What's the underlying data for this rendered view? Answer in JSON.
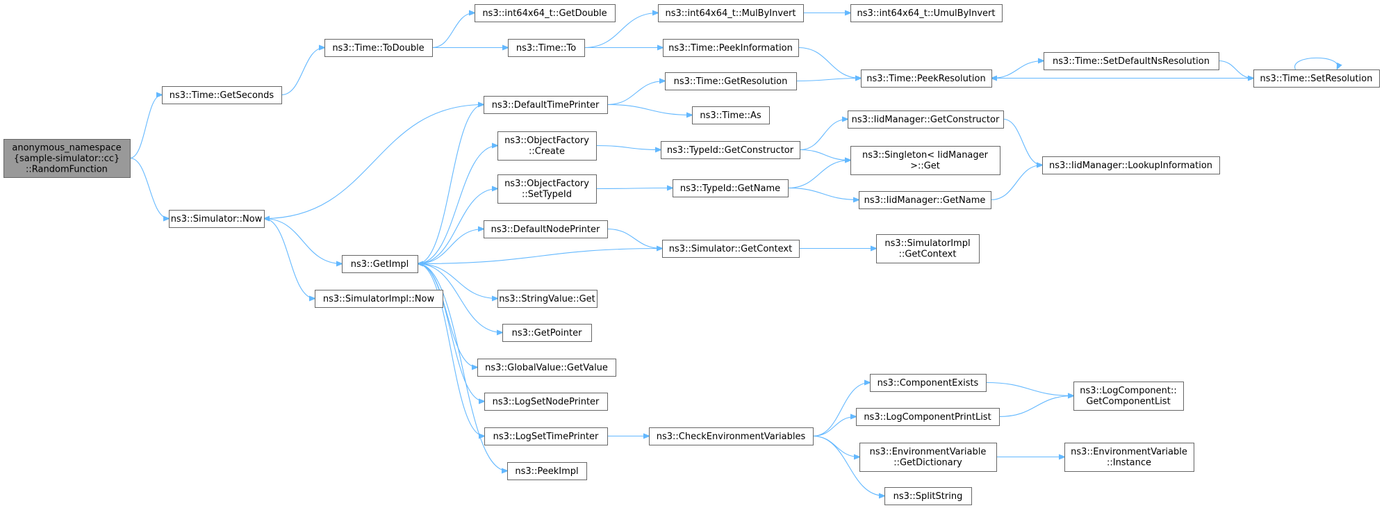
{
  "graph": {
    "title": "",
    "colors": {
      "node_fill": "#ffffff",
      "root_fill": "#999999",
      "node_border": "#666666",
      "edge": "#63b8ff"
    },
    "nodes": [
      {
        "id": "root",
        "lines": [
          "anonymous_namespace",
          "{sample-simulator::cc}",
          "::RandomFunction"
        ]
      },
      {
        "id": "time_getseconds",
        "lines": [
          "ns3::Time::GetSeconds"
        ]
      },
      {
        "id": "simulator_now",
        "lines": [
          "ns3::Simulator::Now"
        ]
      },
      {
        "id": "time_todouble",
        "lines": [
          "ns3::Time::ToDouble"
        ]
      },
      {
        "id": "getimpl",
        "lines": [
          "ns3::GetImpl"
        ]
      },
      {
        "id": "simimpl_now",
        "lines": [
          "ns3::SimulatorImpl::Now"
        ]
      },
      {
        "id": "int64_getdouble",
        "lines": [
          "ns3::int64x64_t::GetDouble"
        ]
      },
      {
        "id": "time_to",
        "lines": [
          "ns3::Time::To"
        ]
      },
      {
        "id": "defaulttimeprinter",
        "lines": [
          "ns3::DefaultTimePrinter"
        ]
      },
      {
        "id": "objfactory_create",
        "lines": [
          "ns3::ObjectFactory",
          "::Create"
        ]
      },
      {
        "id": "objfactory_settypeid",
        "lines": [
          "ns3::ObjectFactory",
          "::SetTypeId"
        ]
      },
      {
        "id": "defaultnodeprinter",
        "lines": [
          "ns3::DefaultNodePrinter"
        ]
      },
      {
        "id": "stringvalue_get",
        "lines": [
          "ns3::StringValue::Get"
        ]
      },
      {
        "id": "getpointer",
        "lines": [
          "ns3::GetPointer"
        ]
      },
      {
        "id": "globalvalue_getvalue",
        "lines": [
          "ns3::GlobalValue::GetValue"
        ]
      },
      {
        "id": "logsetnodeprinter",
        "lines": [
          "ns3::LogSetNodePrinter"
        ]
      },
      {
        "id": "logsettimeprinter",
        "lines": [
          "ns3::LogSetTimePrinter"
        ]
      },
      {
        "id": "peekimpl",
        "lines": [
          "ns3::PeekImpl"
        ]
      },
      {
        "id": "int64_mulbyinvert",
        "lines": [
          "ns3::int64x64_t::MulByInvert"
        ]
      },
      {
        "id": "time_peekinformation",
        "lines": [
          "ns3::Time::PeekInformation"
        ]
      },
      {
        "id": "time_getresolution",
        "lines": [
          "ns3::Time::GetResolution"
        ]
      },
      {
        "id": "time_as",
        "lines": [
          "ns3::Time::As"
        ]
      },
      {
        "id": "typeid_getconstructor",
        "lines": [
          "ns3::TypeId::GetConstructor"
        ]
      },
      {
        "id": "typeid_getname",
        "lines": [
          "ns3::TypeId::GetName"
        ]
      },
      {
        "id": "simulator_getcontext",
        "lines": [
          "ns3::Simulator::GetContext"
        ]
      },
      {
        "id": "checkenvvars",
        "lines": [
          "ns3::CheckEnvironmentVariables"
        ]
      },
      {
        "id": "int64_umulbyinvert",
        "lines": [
          "ns3::int64x64_t::UmulByInvert"
        ]
      },
      {
        "id": "time_peekresolution",
        "lines": [
          "ns3::Time::PeekResolution"
        ]
      },
      {
        "id": "iidmgr_getconstructor",
        "lines": [
          "ns3::IidManager::GetConstructor"
        ]
      },
      {
        "id": "singleton_get",
        "lines": [
          "ns3::Singleton< IidManager",
          ">::Get"
        ]
      },
      {
        "id": "iidmgr_getname",
        "lines": [
          "ns3::IidManager::GetName"
        ]
      },
      {
        "id": "simimpl_getcontext",
        "lines": [
          "ns3::SimulatorImpl",
          "::GetContext"
        ]
      },
      {
        "id": "componentexists",
        "lines": [
          "ns3::ComponentExists"
        ]
      },
      {
        "id": "logcomponentprintlist",
        "lines": [
          "ns3::LogComponentPrintList"
        ]
      },
      {
        "id": "envvar_getdictionary",
        "lines": [
          "ns3::EnvironmentVariable",
          "::GetDictionary"
        ]
      },
      {
        "id": "splitstring",
        "lines": [
          "ns3::SplitString"
        ]
      },
      {
        "id": "time_setdefaultnsres",
        "lines": [
          "ns3::Time::SetDefaultNsResolution"
        ]
      },
      {
        "id": "iidmgr_lookupinfo",
        "lines": [
          "ns3::IidManager::LookupInformation"
        ]
      },
      {
        "id": "logcomponent_getcomplist",
        "lines": [
          "ns3::LogComponent::",
          "GetComponentList"
        ]
      },
      {
        "id": "envvar_instance",
        "lines": [
          "ns3::EnvironmentVariable",
          "::Instance"
        ]
      },
      {
        "id": "time_setresolution",
        "lines": [
          "ns3::Time::SetResolution"
        ]
      }
    ],
    "edges": [
      {
        "from": "root",
        "to": "time_getseconds"
      },
      {
        "from": "root",
        "to": "simulator_now"
      },
      {
        "from": "time_getseconds",
        "to": "time_todouble"
      },
      {
        "from": "time_todouble",
        "to": "int64_getdouble"
      },
      {
        "from": "time_todouble",
        "to": "time_to"
      },
      {
        "from": "time_to",
        "to": "int64_mulbyinvert"
      },
      {
        "from": "time_to",
        "to": "time_peekinformation"
      },
      {
        "from": "int64_mulbyinvert",
        "to": "int64_umulbyinvert"
      },
      {
        "from": "time_peekinformation",
        "to": "time_peekresolution"
      },
      {
        "from": "time_peekresolution",
        "to": "time_setdefaultnsres"
      },
      {
        "from": "time_setdefaultnsres",
        "to": "time_setresolution"
      },
      {
        "from": "time_setresolution",
        "to": "time_peekresolution"
      },
      {
        "from": "time_setresolution",
        "to": "time_setresolution"
      },
      {
        "from": "simulator_now",
        "to": "getimpl"
      },
      {
        "from": "simulator_now",
        "to": "simimpl_now"
      },
      {
        "from": "defaulttimeprinter",
        "to": "simulator_now"
      },
      {
        "from": "defaulttimeprinter",
        "to": "time_getresolution"
      },
      {
        "from": "defaulttimeprinter",
        "to": "time_as"
      },
      {
        "from": "time_getresolution",
        "to": "time_peekresolution"
      },
      {
        "from": "getimpl",
        "to": "defaulttimeprinter"
      },
      {
        "from": "getimpl",
        "to": "objfactory_create"
      },
      {
        "from": "getimpl",
        "to": "objfactory_settypeid"
      },
      {
        "from": "getimpl",
        "to": "defaultnodeprinter"
      },
      {
        "from": "getimpl",
        "to": "stringvalue_get"
      },
      {
        "from": "getimpl",
        "to": "getpointer"
      },
      {
        "from": "getimpl",
        "to": "globalvalue_getvalue"
      },
      {
        "from": "getimpl",
        "to": "logsetnodeprinter"
      },
      {
        "from": "getimpl",
        "to": "logsettimeprinter"
      },
      {
        "from": "getimpl",
        "to": "peekimpl"
      },
      {
        "from": "objfactory_create",
        "to": "typeid_getconstructor"
      },
      {
        "from": "typeid_getconstructor",
        "to": "iidmgr_getconstructor"
      },
      {
        "from": "typeid_getconstructor",
        "to": "singleton_get"
      },
      {
        "from": "iidmgr_getconstructor",
        "to": "iidmgr_lookupinfo"
      },
      {
        "from": "objfactory_settypeid",
        "to": "typeid_getname"
      },
      {
        "from": "typeid_getname",
        "to": "singleton_get"
      },
      {
        "from": "typeid_getname",
        "to": "iidmgr_getname"
      },
      {
        "from": "iidmgr_getname",
        "to": "iidmgr_lookupinfo"
      },
      {
        "from": "defaultnodeprinter",
        "to": "simulator_getcontext"
      },
      {
        "from": "simulator_getcontext",
        "to": "getimpl"
      },
      {
        "from": "simulator_getcontext",
        "to": "simimpl_getcontext"
      },
      {
        "from": "logsettimeprinter",
        "to": "checkenvvars"
      },
      {
        "from": "checkenvvars",
        "to": "componentexists"
      },
      {
        "from": "checkenvvars",
        "to": "logcomponentprintlist"
      },
      {
        "from": "checkenvvars",
        "to": "envvar_getdictionary"
      },
      {
        "from": "checkenvvars",
        "to": "splitstring"
      },
      {
        "from": "componentexists",
        "to": "logcomponent_getcomplist"
      },
      {
        "from": "logcomponentprintlist",
        "to": "logcomponent_getcomplist"
      },
      {
        "from": "envvar_getdictionary",
        "to": "envvar_instance"
      }
    ]
  }
}
